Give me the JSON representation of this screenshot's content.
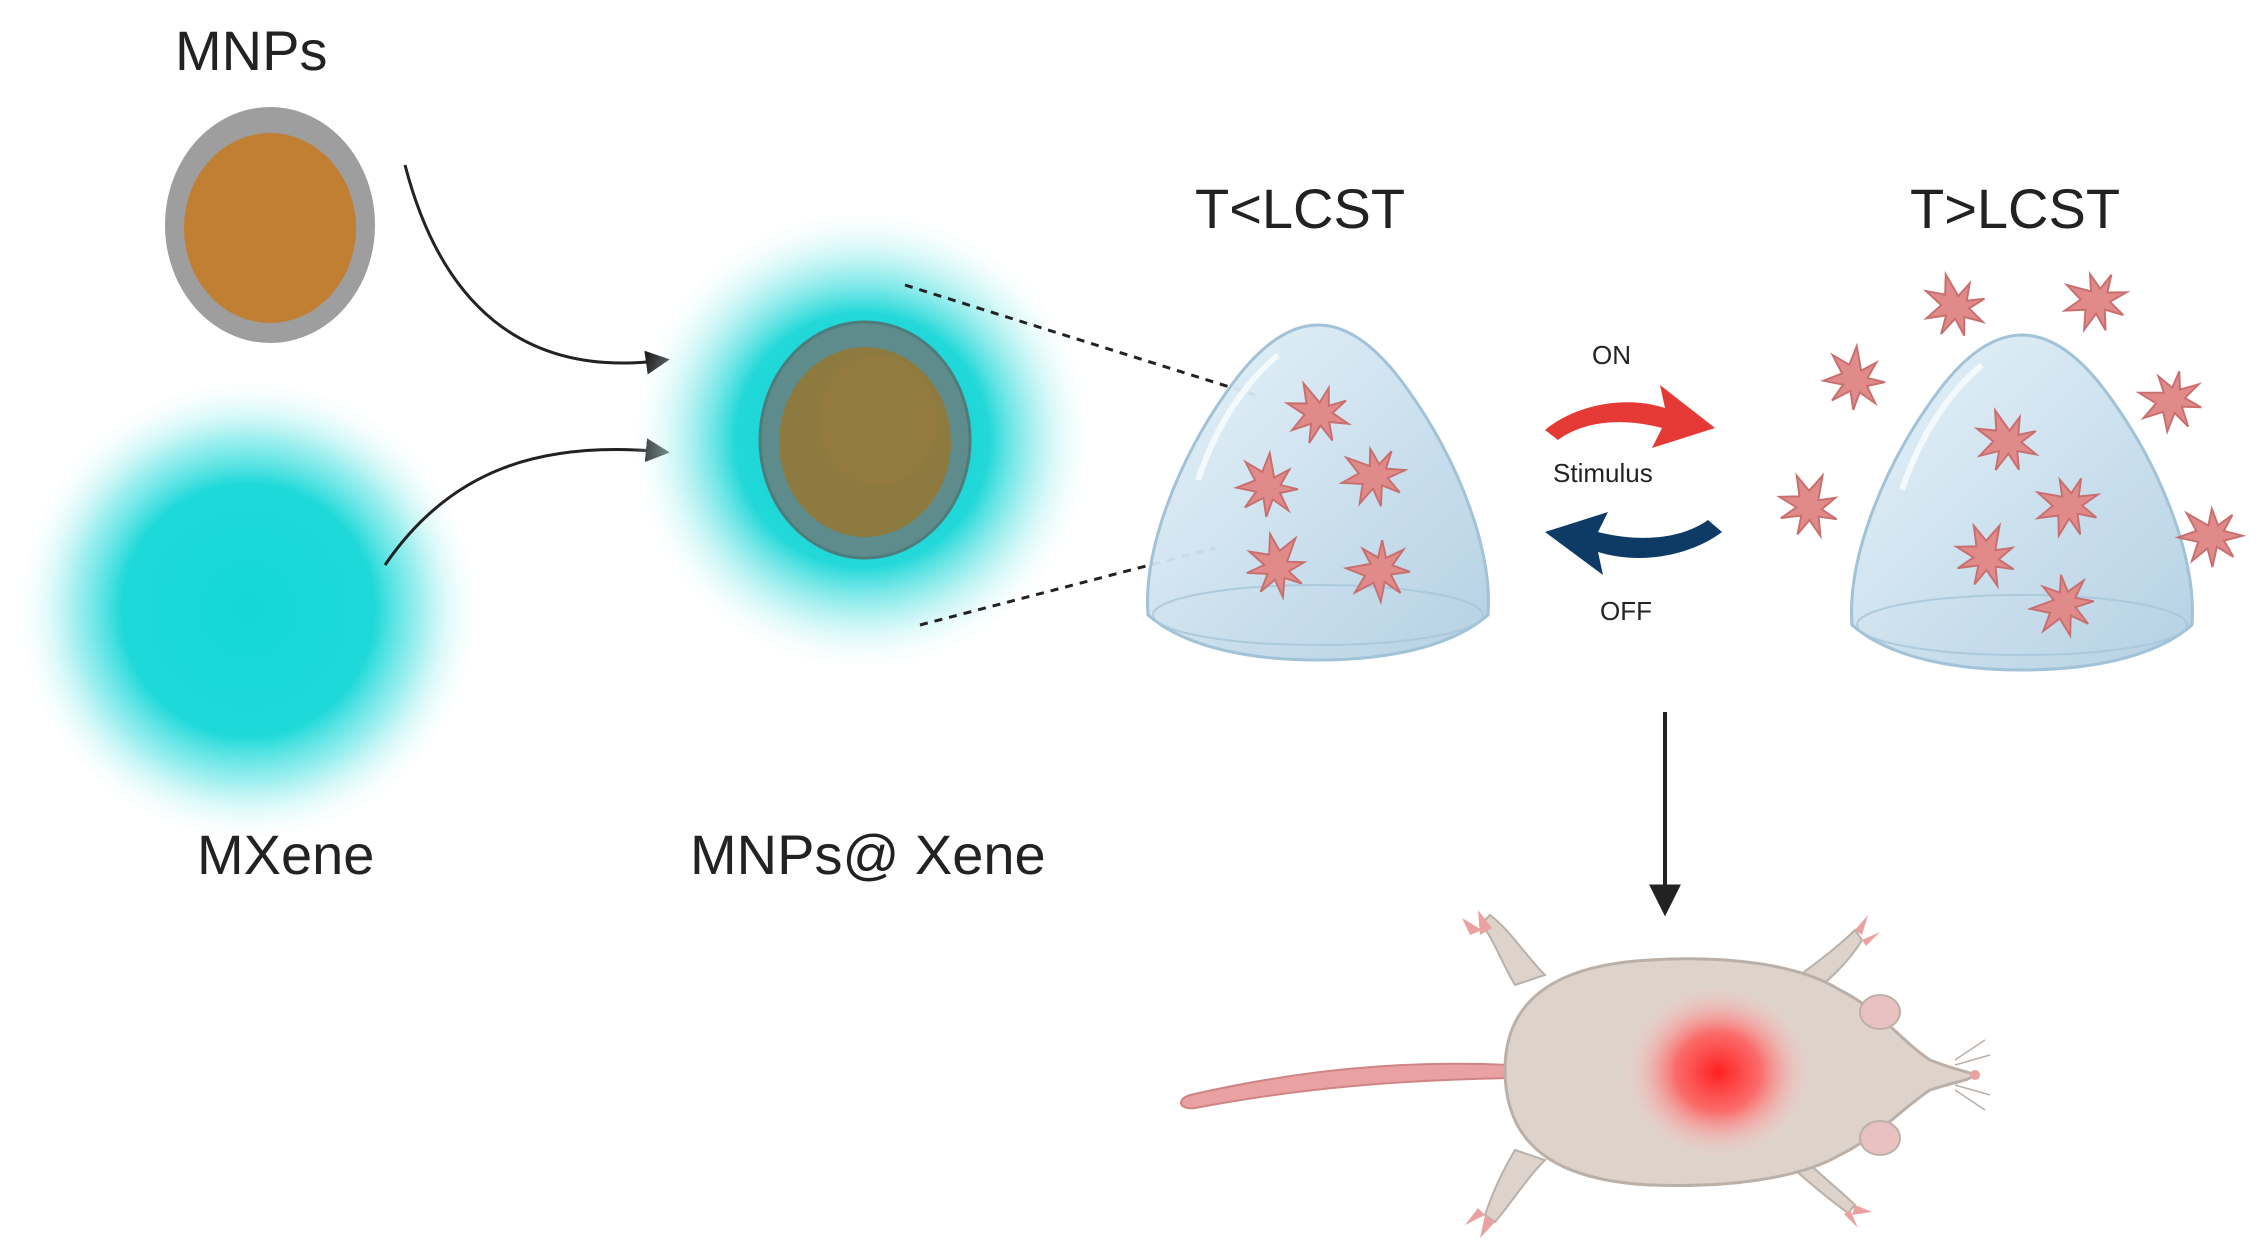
{
  "labels": {
    "mnps": "MNPs",
    "mxene": "MXene",
    "mnps_xene": "MNPs@ Xene",
    "t_below": "T<LCST",
    "t_above": "T>LCST",
    "on": "ON",
    "stimulus": "Stimulus",
    "off": "OFF"
  },
  "colors": {
    "mnp_core": "#C17F34",
    "mnp_shell": "#9E9E9E",
    "mxene_glow": "#1FD6D6",
    "arrow_on": "#E53935",
    "arrow_off": "#0D3B66",
    "hydrogel": "#BFD9EA",
    "cell": "#E08A8A",
    "mouse_body": "#DDD3CB",
    "tumor_glow": "#FF2A2A"
  }
}
